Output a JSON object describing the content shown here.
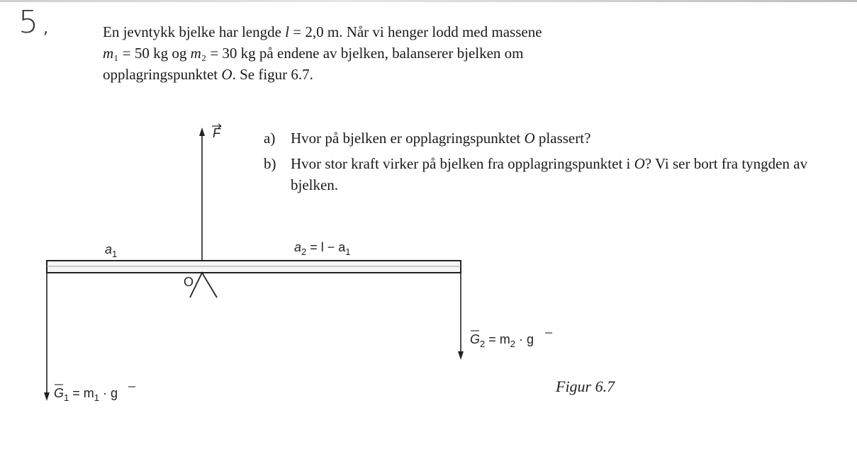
{
  "problem": {
    "number": "5",
    "dot": ",",
    "intro_lines": [
      [
        "En jevntykk bjelke har lengde ",
        "l",
        " = 2,0 m. Når vi henger lodd med massene"
      ],
      [
        "",
        "m",
        "₁ = 50 kg og ",
        "m",
        "₂ = 30 kg på endene av bjelken, balanserer bjelken om"
      ],
      [
        "opplagringspunktet ",
        "O",
        ". Se figur 6.7."
      ]
    ],
    "questions": [
      {
        "label": "a)",
        "parts": [
          "Hvor på bjelken er opplagringspunktet ",
          "O",
          " plassert?"
        ]
      },
      {
        "label": "b)",
        "parts": [
          "Hvor stor kraft virker på bjelken fra opplagringspunktet i ",
          "O",
          "? Vi ser bort fra tyngden av bjelken."
        ]
      }
    ]
  },
  "figure": {
    "force_label": "F",
    "a1_label": "a",
    "a1_sub": "1",
    "a2_label": "a",
    "a2_sub": "2",
    "a2_rest": " = l − a",
    "a2_rest_sub": "1",
    "pivot_label": "O",
    "g1_label": "G",
    "g1_sub": "1",
    "g1_rest": " = m",
    "g1_rest_sub": "1",
    "g1_tail": " · g",
    "g2_label": "G",
    "g2_sub": "2",
    "g2_rest": " = m",
    "g2_rest_sub": "2",
    "g2_tail": " · g",
    "caption": "Figur 6.7"
  }
}
